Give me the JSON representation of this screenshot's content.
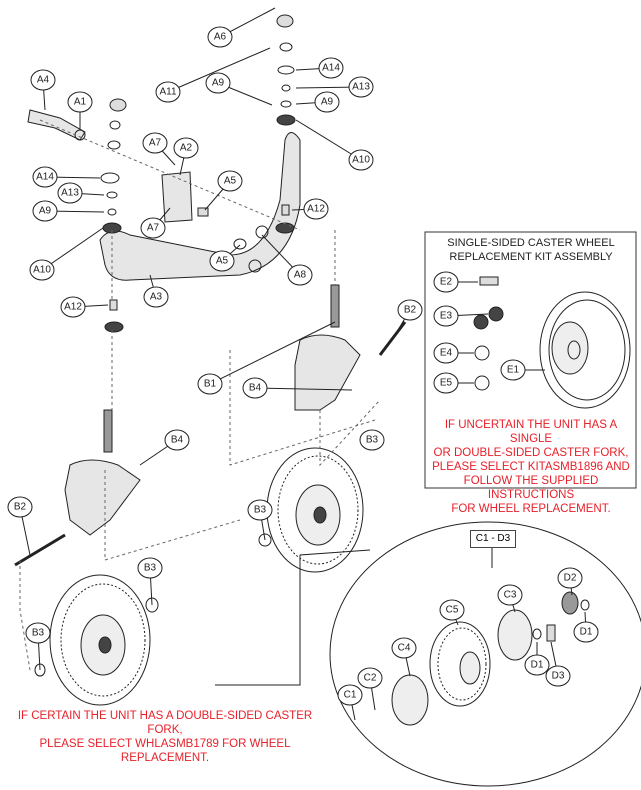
{
  "callouts": [
    "A6",
    "A11",
    "A9",
    "A14",
    "A13",
    "A9",
    "A4",
    "A1",
    "A2",
    "A7",
    "A5",
    "A14",
    "A13",
    "A9",
    "A7",
    "A12",
    "A10",
    "A10",
    "A5",
    "A8",
    "A3",
    "A12",
    "B2",
    "B1",
    "B4",
    "B4",
    "B3",
    "B3",
    "B2",
    "B3",
    "B3",
    "C5",
    "C3",
    "D2",
    "D1",
    "D1",
    "D3",
    "C4",
    "C2",
    "C1",
    "E2",
    "E3",
    "E4",
    "E5",
    "E1"
  ],
  "kit": {
    "title_line1": "SINGLE-SIDED CASTER WHEEL",
    "title_line2": "REPLACEMENT KIT ASSEMBLY",
    "note": [
      "IF UNCERTAIN THE UNIT HAS A SINGLE",
      "OR DOUBLE-SIDED CASTER FORK,",
      "PLEASE SELECT KITASMB1896 AND",
      "FOLLOW THE SUPPLIED INSTRUCTIONS",
      "FOR WHEEL REPLACEMENT."
    ]
  },
  "detail_label": "C1 - D3",
  "bottom_note": [
    "IF CERTAIN THE UNIT HAS A DOUBLE-SIDED CASTER FORK,",
    "PLEASE SELECT WHLASMB1789 FOR WHEEL REPLACEMENT."
  ],
  "colors": {
    "note": "#e8202a",
    "line": "#222222",
    "part_fill": "#e6e6e6"
  }
}
